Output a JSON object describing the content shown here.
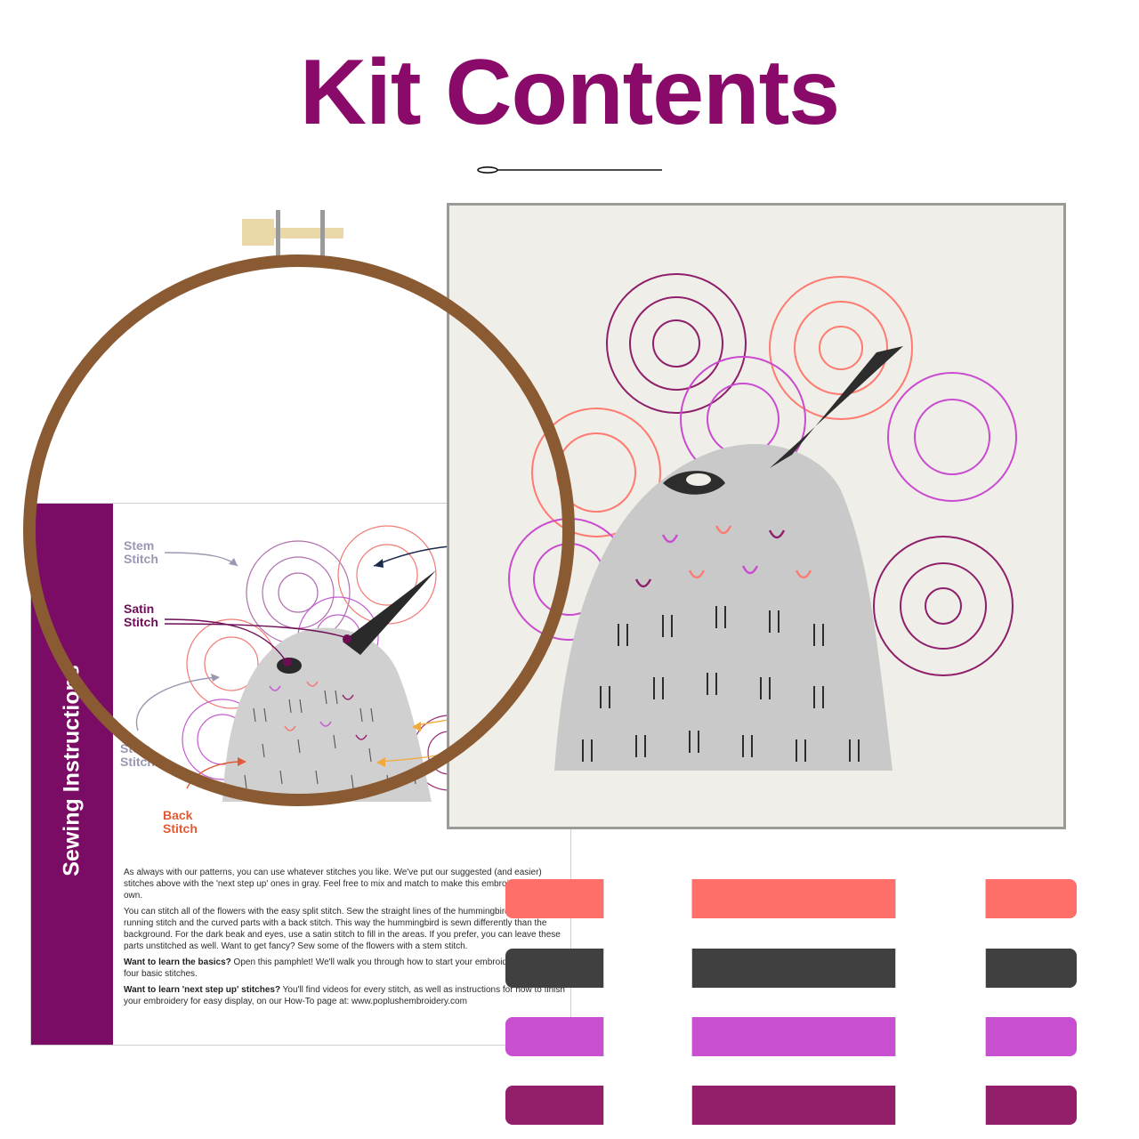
{
  "header": {
    "title": "Kit Contents"
  },
  "colors": {
    "title": "#8a0a6a",
    "sheet_band": "#7b0c65",
    "hoop_wood": "#8a5a33",
    "hoop_hardware": "#ead9a6",
    "coral": "#ff6f6a",
    "charcoal": "#404040",
    "orchid": "#c84fcf",
    "plum": "#931f6b",
    "stem_label": "#9a98b0",
    "satin_label": "#6e0c55",
    "back_label": "#e25a35"
  },
  "instruction_sheet": {
    "band_title": "Sewing Instructions",
    "labels": {
      "stem_stitch": [
        "Stem",
        "Stitch"
      ],
      "satin_stitch": [
        "Satin",
        "Stitch"
      ],
      "stem_stitch_2": [
        "Stem",
        "Stitch"
      ],
      "back_stitch": [
        "Back",
        "Stitch"
      ]
    },
    "paragraphs": [
      "As always with our patterns, you can use whatever stitches you like. We've put our suggested (and easier) stitches above with the 'next step up' ones in gray. Feel free to mix and match to make this embroidery your own.",
      "You can stitch all of the flowers with the easy split stitch. Sew the straight lines of the hummingbird with a running stitch and the curved parts with a back stitch. This way the hummingbird is sewn differently than the background. For the dark beak and eyes, use a satin stitch to fill in the areas. If you prefer, you can leave these parts unstitched as well. Want to get fancy? Sew some of the flowers with a stem stitch."
    ],
    "basics": {
      "heading": "Want to learn the basics?",
      "text": " Open this pamphlet! We'll walk you through how to start your embroidery and show four basic stitches."
    },
    "next_step": {
      "heading": "Want to learn 'next step up' stitches?",
      "text": " You'll find videos for every stitch, as well as instructions for how to finish your embroidery for easy display, on our How-To page at: www.poplushembroidery.com"
    }
  },
  "fabric": {
    "subject": "hummingbird"
  },
  "floss": [
    {
      "name": "coral",
      "color": "#ff6f6a"
    },
    {
      "name": "charcoal",
      "color": "#404040"
    },
    {
      "name": "orchid",
      "color": "#c84fcf"
    },
    {
      "name": "plum",
      "color": "#931f6b"
    }
  ]
}
